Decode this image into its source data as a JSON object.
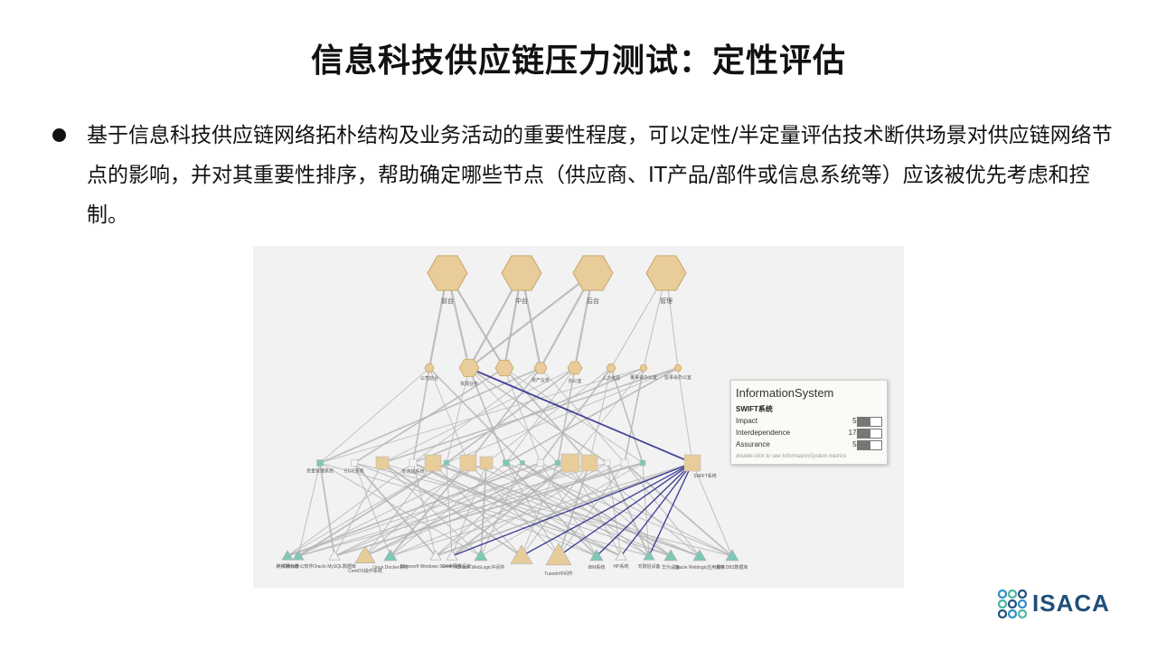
{
  "title": "信息科技供应链压力测试：定性评估",
  "bullet": "基于信息科技供应链网络拓朴结构及业务活动的重要性程度，可以定性/半定量评估技术断供场景对供应链网络节点的影响，并对其重要性排序，帮助确定哪些节点（供应商、IT产品/部件或信息系统等）应该被优先考虑和控制。",
  "diagram": {
    "top_nodes": [
      "前台",
      "中台",
      "后台",
      "管理"
    ],
    "mid_nodes": [
      "公司前台",
      "资源业务",
      "",
      "资产业务",
      "办公室",
      "人力资源",
      "董事会办公室",
      "监事会办公室"
    ],
    "system_nodes": [
      "资金管理系统",
      "ECIF系统",
      "",
      "反洗钱系统",
      "",
      "",
      "",
      "",
      "",
      "",
      "",
      "",
      "",
      "",
      "",
      "",
      "",
      "SWIFT系统"
    ],
    "bottom_nodes": [
      "麒麟服务器",
      "Office办公软件",
      "Oracle MySQL数据库",
      "CentOS操作系统",
      "Linux Docker系统",
      "Microsoft Windows Server操作系统",
      "CA中间件",
      "Oracle WebLogic中间件",
      "",
      "Tuxedo中间件",
      "IBM系统",
      "HP系统",
      "天融信设备",
      "华为设备",
      "Oracle Weblogic应用服务",
      "IBM DB2数据库"
    ],
    "colors": {
      "hexagon": "#e8cc9a",
      "hexagon_stroke": "#c9a66a",
      "teal": "#7ec9b6",
      "edge": "#b5b5b5",
      "highlight": "#26268a"
    }
  },
  "tooltip": {
    "title": "InformationSystem",
    "subtitle": "SWIFT系统",
    "rows": [
      {
        "label": "Impact",
        "value": "51",
        "fill": 0.55
      },
      {
        "label": "Interdependence",
        "value": "178",
        "fill": 0.55
      },
      {
        "label": "Assurance",
        "value": "58",
        "fill": 0.55
      }
    ],
    "hint": "double-click to see InformationSystem metrics"
  },
  "logo": {
    "text": "ISACA",
    "brand_color": "#1f4f7a"
  }
}
